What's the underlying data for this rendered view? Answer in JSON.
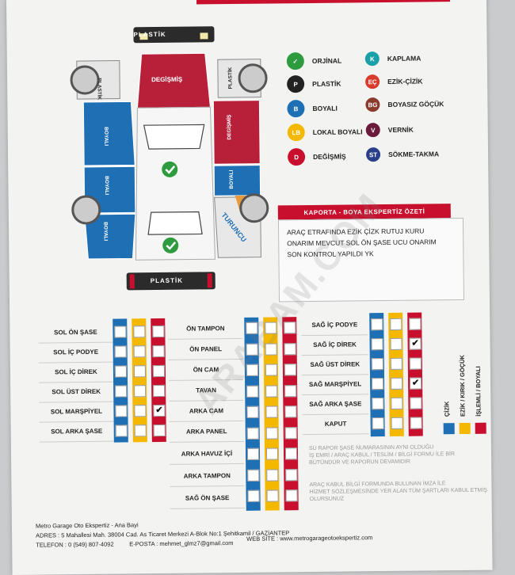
{
  "colors": {
    "red": "#c8102e",
    "blue": "#1f6fb5",
    "yellow": "#f5b800",
    "navy": "#1a3f8a"
  },
  "car": {
    "plastik_top": "PLASTİK",
    "plastik_bottom": "PLASTİK",
    "hood": "DEGİŞMİŞ",
    "left_front_fender": "PLASTİK",
    "right_front_fender": "PLASTİK",
    "left_front_door": "BOYALI",
    "left_rear_door": "BOYALI",
    "left_rear_fender": "BOYALI",
    "right_front_door": "DEGİŞMİŞ",
    "right_rear_door": "BOYALI",
    "right_rear_fender": "TURUNCU"
  },
  "legend": [
    {
      "code": "✓",
      "label": "ORJİNAL",
      "color": "#2e9b3e"
    },
    {
      "code": "K",
      "label": "KAPLAMA",
      "color": "#1aa0a8"
    },
    {
      "code": "P",
      "label": "PLASTİK",
      "color": "#222222"
    },
    {
      "code": "EÇ",
      "label": "EZİK-ÇİZİK",
      "color": "#d93a2b"
    },
    {
      "code": "B",
      "label": "BOYALI",
      "color": "#1f6fb5"
    },
    {
      "code": "BG",
      "label": "BOYASIZ GÖÇÜK",
      "color": "#8b3a2b"
    },
    {
      "code": "LB",
      "label": "LOKAL BOYALI",
      "color": "#f5b800"
    },
    {
      "code": "V",
      "label": "VERNİK",
      "color": "#6a1a3a"
    },
    {
      "code": "D",
      "label": "DEĞİŞMİŞ",
      "color": "#c8102e"
    },
    {
      "code": "ST",
      "label": "SÖKME-TAKMA",
      "color": "#2a3f8a"
    }
  ],
  "summary": {
    "title": "KAPORTA - BOYA EKSPERTİZ ÖZETİ",
    "text": "ARAÇ ETRAFINDA EZİK ÇİZK RUTUJ KURU\nONARIM MEVCUT SOL ÖN ŞASE UCU ONARIM\nSON KONTROL YAPILDI YK"
  },
  "col1": [
    {
      "label": "SOL ÖN ŞASE",
      "checks": [
        0,
        0,
        0
      ]
    },
    {
      "label": "SOL İÇ PODYE",
      "checks": [
        0,
        0,
        0
      ]
    },
    {
      "label": "SOL İÇ DİREK",
      "checks": [
        0,
        0,
        0
      ]
    },
    {
      "label": "SOL ÜST DİREK",
      "checks": [
        0,
        0,
        0
      ]
    },
    {
      "label": "SOL MARŞPİYEL",
      "checks": [
        0,
        0,
        1
      ]
    },
    {
      "label": "SOL ARKA ŞASE",
      "checks": [
        0,
        0,
        0
      ]
    }
  ],
  "col2": [
    {
      "label": "ÖN TAMPON",
      "checks": [
        0,
        0,
        0
      ]
    },
    {
      "label": "ÖN PANEL",
      "checks": [
        0,
        0,
        0
      ]
    },
    {
      "label": "ÖN CAM",
      "checks": [
        0,
        0,
        0
      ]
    },
    {
      "label": "TAVAN",
      "checks": [
        0,
        0,
        0
      ]
    },
    {
      "label": "ARKA CAM",
      "checks": [
        0,
        0,
        0
      ]
    },
    {
      "label": "ARKA PANEL",
      "checks": [
        0,
        0,
        0
      ]
    },
    {
      "label": "ARKA HAVUZ İÇİ",
      "checks": [
        0,
        0,
        0
      ]
    },
    {
      "label": "ARKA TAMPON",
      "checks": [
        0,
        0,
        0
      ]
    },
    {
      "label": "SAĞ ÖN ŞASE",
      "checks": [
        0,
        0,
        0
      ]
    }
  ],
  "col3": [
    {
      "label": "SAĞ İÇ PODYE",
      "checks": [
        0,
        0,
        0
      ]
    },
    {
      "label": "SAĞ İÇ DİREK",
      "checks": [
        0,
        0,
        1
      ]
    },
    {
      "label": "SAĞ ÜST DİREK",
      "checks": [
        0,
        0,
        0
      ]
    },
    {
      "label": "SAĞ MARŞPİYEL",
      "checks": [
        0,
        0,
        1
      ]
    },
    {
      "label": "SAĞ ARKA ŞASE",
      "checks": [
        0,
        0,
        0
      ]
    },
    {
      "label": "KAPUT",
      "checks": [
        0,
        0,
        0
      ]
    }
  ],
  "key": {
    "cizik": "ÇİZİK",
    "ezik": "EZİK / KIRIK / GÖÇÜK",
    "islemli": "İŞLEMLİ / BOYALI"
  },
  "notes": {
    "note1": "SU RAPOR ŞASE NUMARASININ AYNI OLDUĞU\nİŞ EMRİ / ARAÇ KABUL / TESLİM / BİLGİ FORMU İLE BİR\nBÜTÜNDÜR VE RAPORUN DEVAMIDIR",
    "note2": "ARAÇ KABUL BİLGİ FORMUNDA BULUNAN İMZA İLE\nHİZMET SÖZLEŞMESİNDE YER ALAN TÜM ŞARTLARI KABUL ETMİŞ\nOLURSUNUZ"
  },
  "footer": {
    "line1": "Metro Garage Oto Ekspertiz - Ana Bayi",
    "line2": "ADRES : 5 Mahallesi Mah. 38004 Cad. As Ticaret Merkezi A-Blok No:1 Şehitkamil / GAZİANTEP",
    "phone": "TELEFON : 0 (549) 807-4092",
    "email": "E-POSTA : mehmet_glmz7@gmail.com",
    "web": "WEB SİTE : www.metrogarageotoekspertiz.com"
  },
  "watermark": "ARABAM.COM"
}
